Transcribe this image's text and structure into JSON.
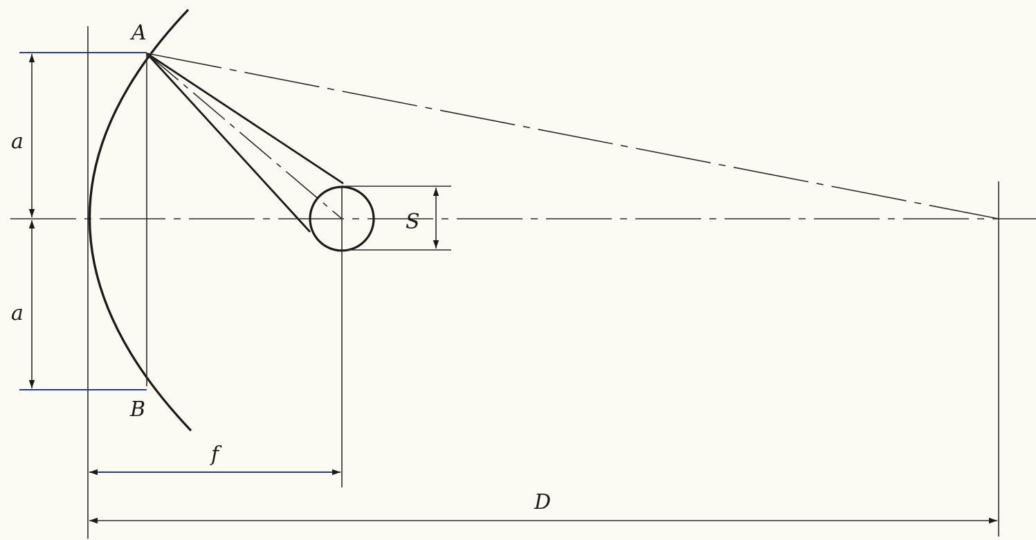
{
  "labels": {
    "point_a": "A",
    "point_b": "B",
    "half_aperture_upper": "a",
    "half_aperture_lower": "a",
    "focal_length": "f",
    "source_size": "S",
    "distance": "D"
  }
}
